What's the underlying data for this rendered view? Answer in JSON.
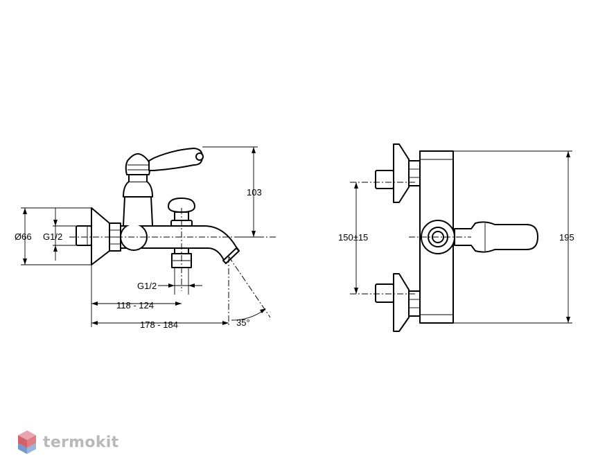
{
  "side_view": {
    "dim_height": "103",
    "dim_flange_diameter": "Ø66",
    "dim_inlet_thread": "G1/2",
    "dim_outlet_thread": "G1/2",
    "dim_spout_reach_short": "118 - 124",
    "dim_spout_reach_long": "178 - 184",
    "dim_spout_angle": "35°"
  },
  "front_view": {
    "dim_centers": "150±15",
    "dim_total_height": "195"
  },
  "watermark": {
    "brand": "termokit",
    "color": "#b9b9b9"
  }
}
